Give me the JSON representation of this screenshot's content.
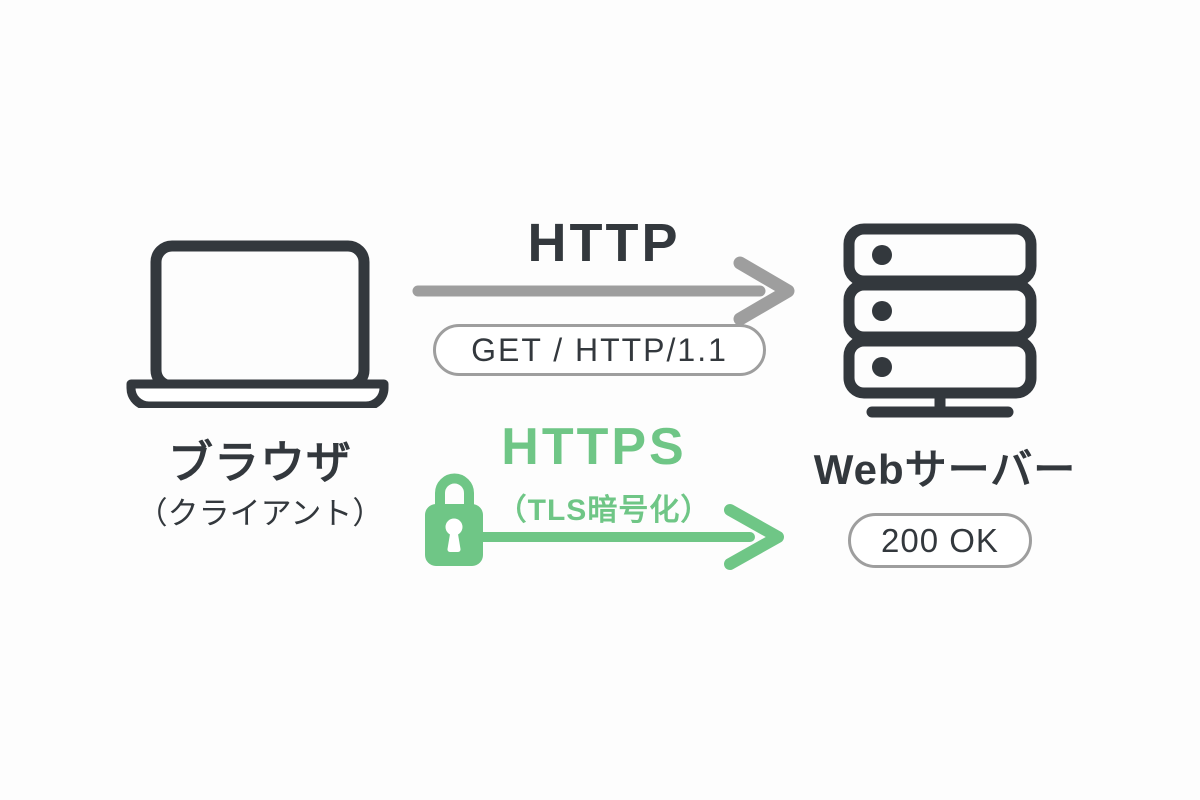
{
  "colors": {
    "dark": "#33383d",
    "gray": "#9e9e9e",
    "green": "#6fc686",
    "background": "#fdfdfd"
  },
  "client": {
    "icon": "laptop-icon",
    "label": "ブラウザ",
    "sublabel": "（クライアント）"
  },
  "server": {
    "icon": "server-icon",
    "label": "Webサーバー",
    "status_badge": "200 OK"
  },
  "http_flow": {
    "title": "HTTP",
    "request_badge": "GET / HTTP/1.1",
    "arrow_icon": "arrow-right-icon",
    "direction": "client-to-server"
  },
  "https_flow": {
    "title": "HTTPS",
    "subtitle": "（TLS暗号化）",
    "lock_icon": "lock-icon",
    "arrow_icon": "arrow-right-icon",
    "direction": "client-to-server"
  }
}
